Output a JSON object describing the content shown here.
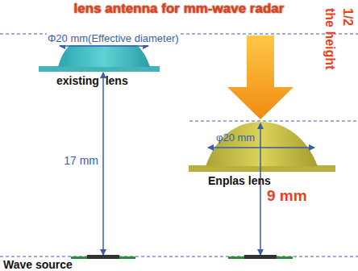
{
  "diagram": {
    "title": "lens antenna for mm-wave radar",
    "labels": [
      "Φ20 mm(Effective diameter)",
      "existing  lens",
      "17 mm",
      "φ20 mm",
      "Enplas lens",
      "9 mm",
      "1/2",
      "the height",
      "Wave source"
    ]
  }
}
